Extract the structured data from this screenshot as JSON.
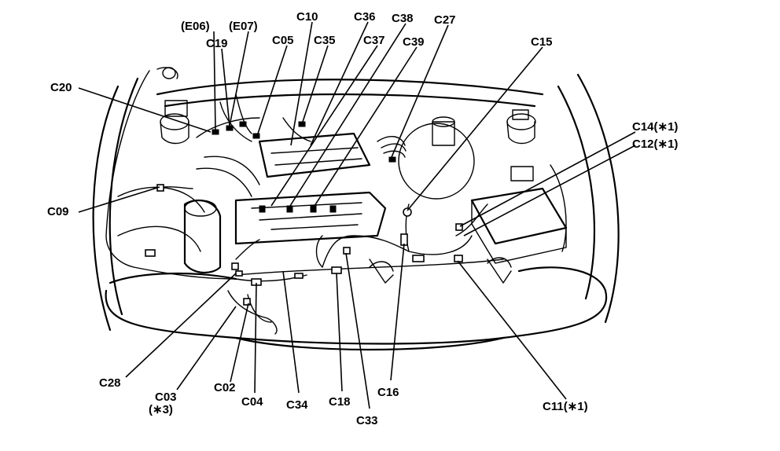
{
  "labels": {
    "E06": "(E06)",
    "E07": "(E07)",
    "C19": "C19",
    "C10": "C10",
    "C05": "C05",
    "C35": "C35",
    "C36": "C36",
    "C37": "C37",
    "C38": "C38",
    "C39": "C39",
    "C27": "C27",
    "C15": "C15",
    "C20": "C20",
    "C09": "C09",
    "C14": "C14(∗1)",
    "C12": "C12(∗1)",
    "C28": "C28",
    "C03": "C03",
    "C03_note": "(∗3)",
    "C02": "C02",
    "C04": "C04",
    "C34": "C34",
    "C18": "C18",
    "C33": "C33",
    "C16": "C16",
    "C11": "C11(∗1)"
  }
}
